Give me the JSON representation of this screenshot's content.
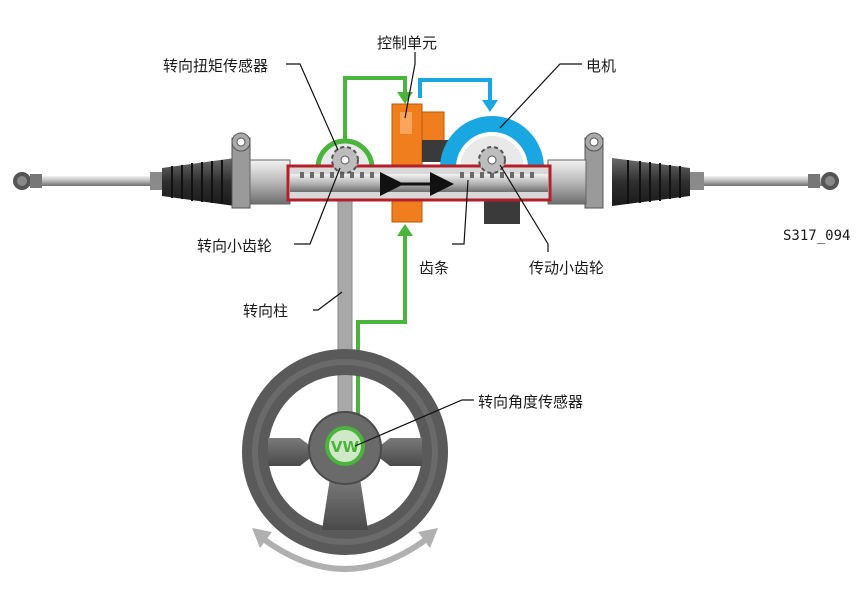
{
  "labels": {
    "torque_sensor": "转向扭矩传感器",
    "control_unit": "控制单元",
    "motor": "电机",
    "steering_pinion": "转向小齿轮",
    "rack": "齿条",
    "drive_pinion": "传动小齿轮",
    "steering_column": "转向柱",
    "angle_sensor": "转向角度传感器"
  },
  "figure_id": "S317_094",
  "colors": {
    "signal_green": "#4bb43c",
    "motor_blue": "#1aa6e0",
    "control_orange": "#f07d1e",
    "housing_red": "#b3202a",
    "metal_gray": "#9a9a9a",
    "dark_gray": "#4a4a4a"
  }
}
